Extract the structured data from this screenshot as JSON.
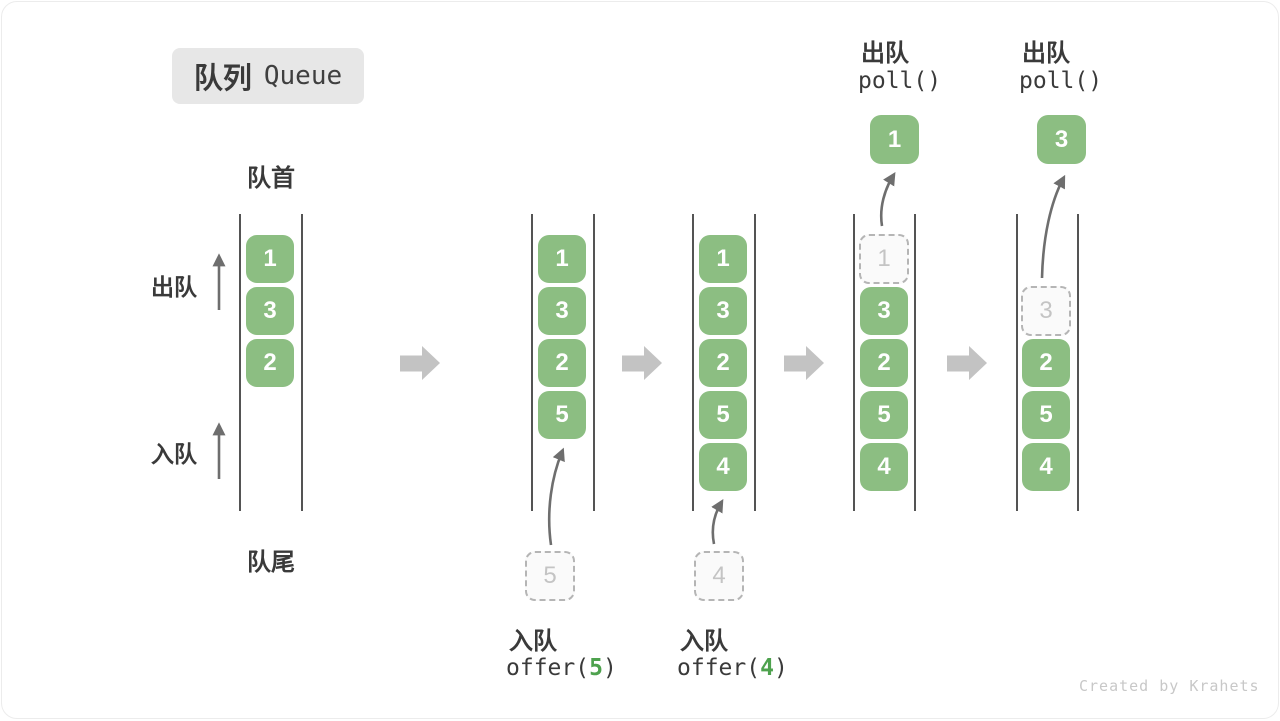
{
  "title": {
    "zh": "队列",
    "en": "Queue"
  },
  "labels": {
    "front": "队首",
    "rear": "队尾",
    "dequeue": "出队",
    "enqueue": "入队"
  },
  "states": [
    {
      "name": "initial",
      "boxes": [
        "1",
        "3",
        "2"
      ]
    },
    {
      "name": "after-offer-5",
      "boxes": [
        "1",
        "3",
        "2",
        "5"
      ],
      "incoming": "5",
      "op": {
        "label": "入队",
        "call_pre": "offer(",
        "call_arg": "5",
        "call_post": ")"
      }
    },
    {
      "name": "after-offer-4",
      "boxes": [
        "1",
        "3",
        "2",
        "5",
        "4"
      ],
      "incoming": "4",
      "op": {
        "label": "入队",
        "call_pre": "offer(",
        "call_arg": "4",
        "call_post": ")"
      }
    },
    {
      "name": "after-poll-1",
      "boxes": [
        "3",
        "2",
        "5",
        "4"
      ],
      "removed": "1",
      "polled": "1",
      "op": {
        "label": "出队",
        "call": "poll()"
      }
    },
    {
      "name": "after-poll-3",
      "boxes": [
        "2",
        "5",
        "4"
      ],
      "removed": "3",
      "polled": "3",
      "op": {
        "label": "出队",
        "call": "poll()"
      }
    }
  ],
  "watermark": "Created by Krahets",
  "colors": {
    "box_green": "#8cbe82",
    "arg_green": "#4ea24e",
    "block_arrow_gray": "#c3c3c3",
    "thin_arrow_gray": "#6e6e6e",
    "channel_line": "#545454",
    "title_bg": "#e7e7e7",
    "dashed_border": "#b5b5b5",
    "text_dark": "#3a3a3a",
    "watermark_gray": "#c8c8c8"
  }
}
